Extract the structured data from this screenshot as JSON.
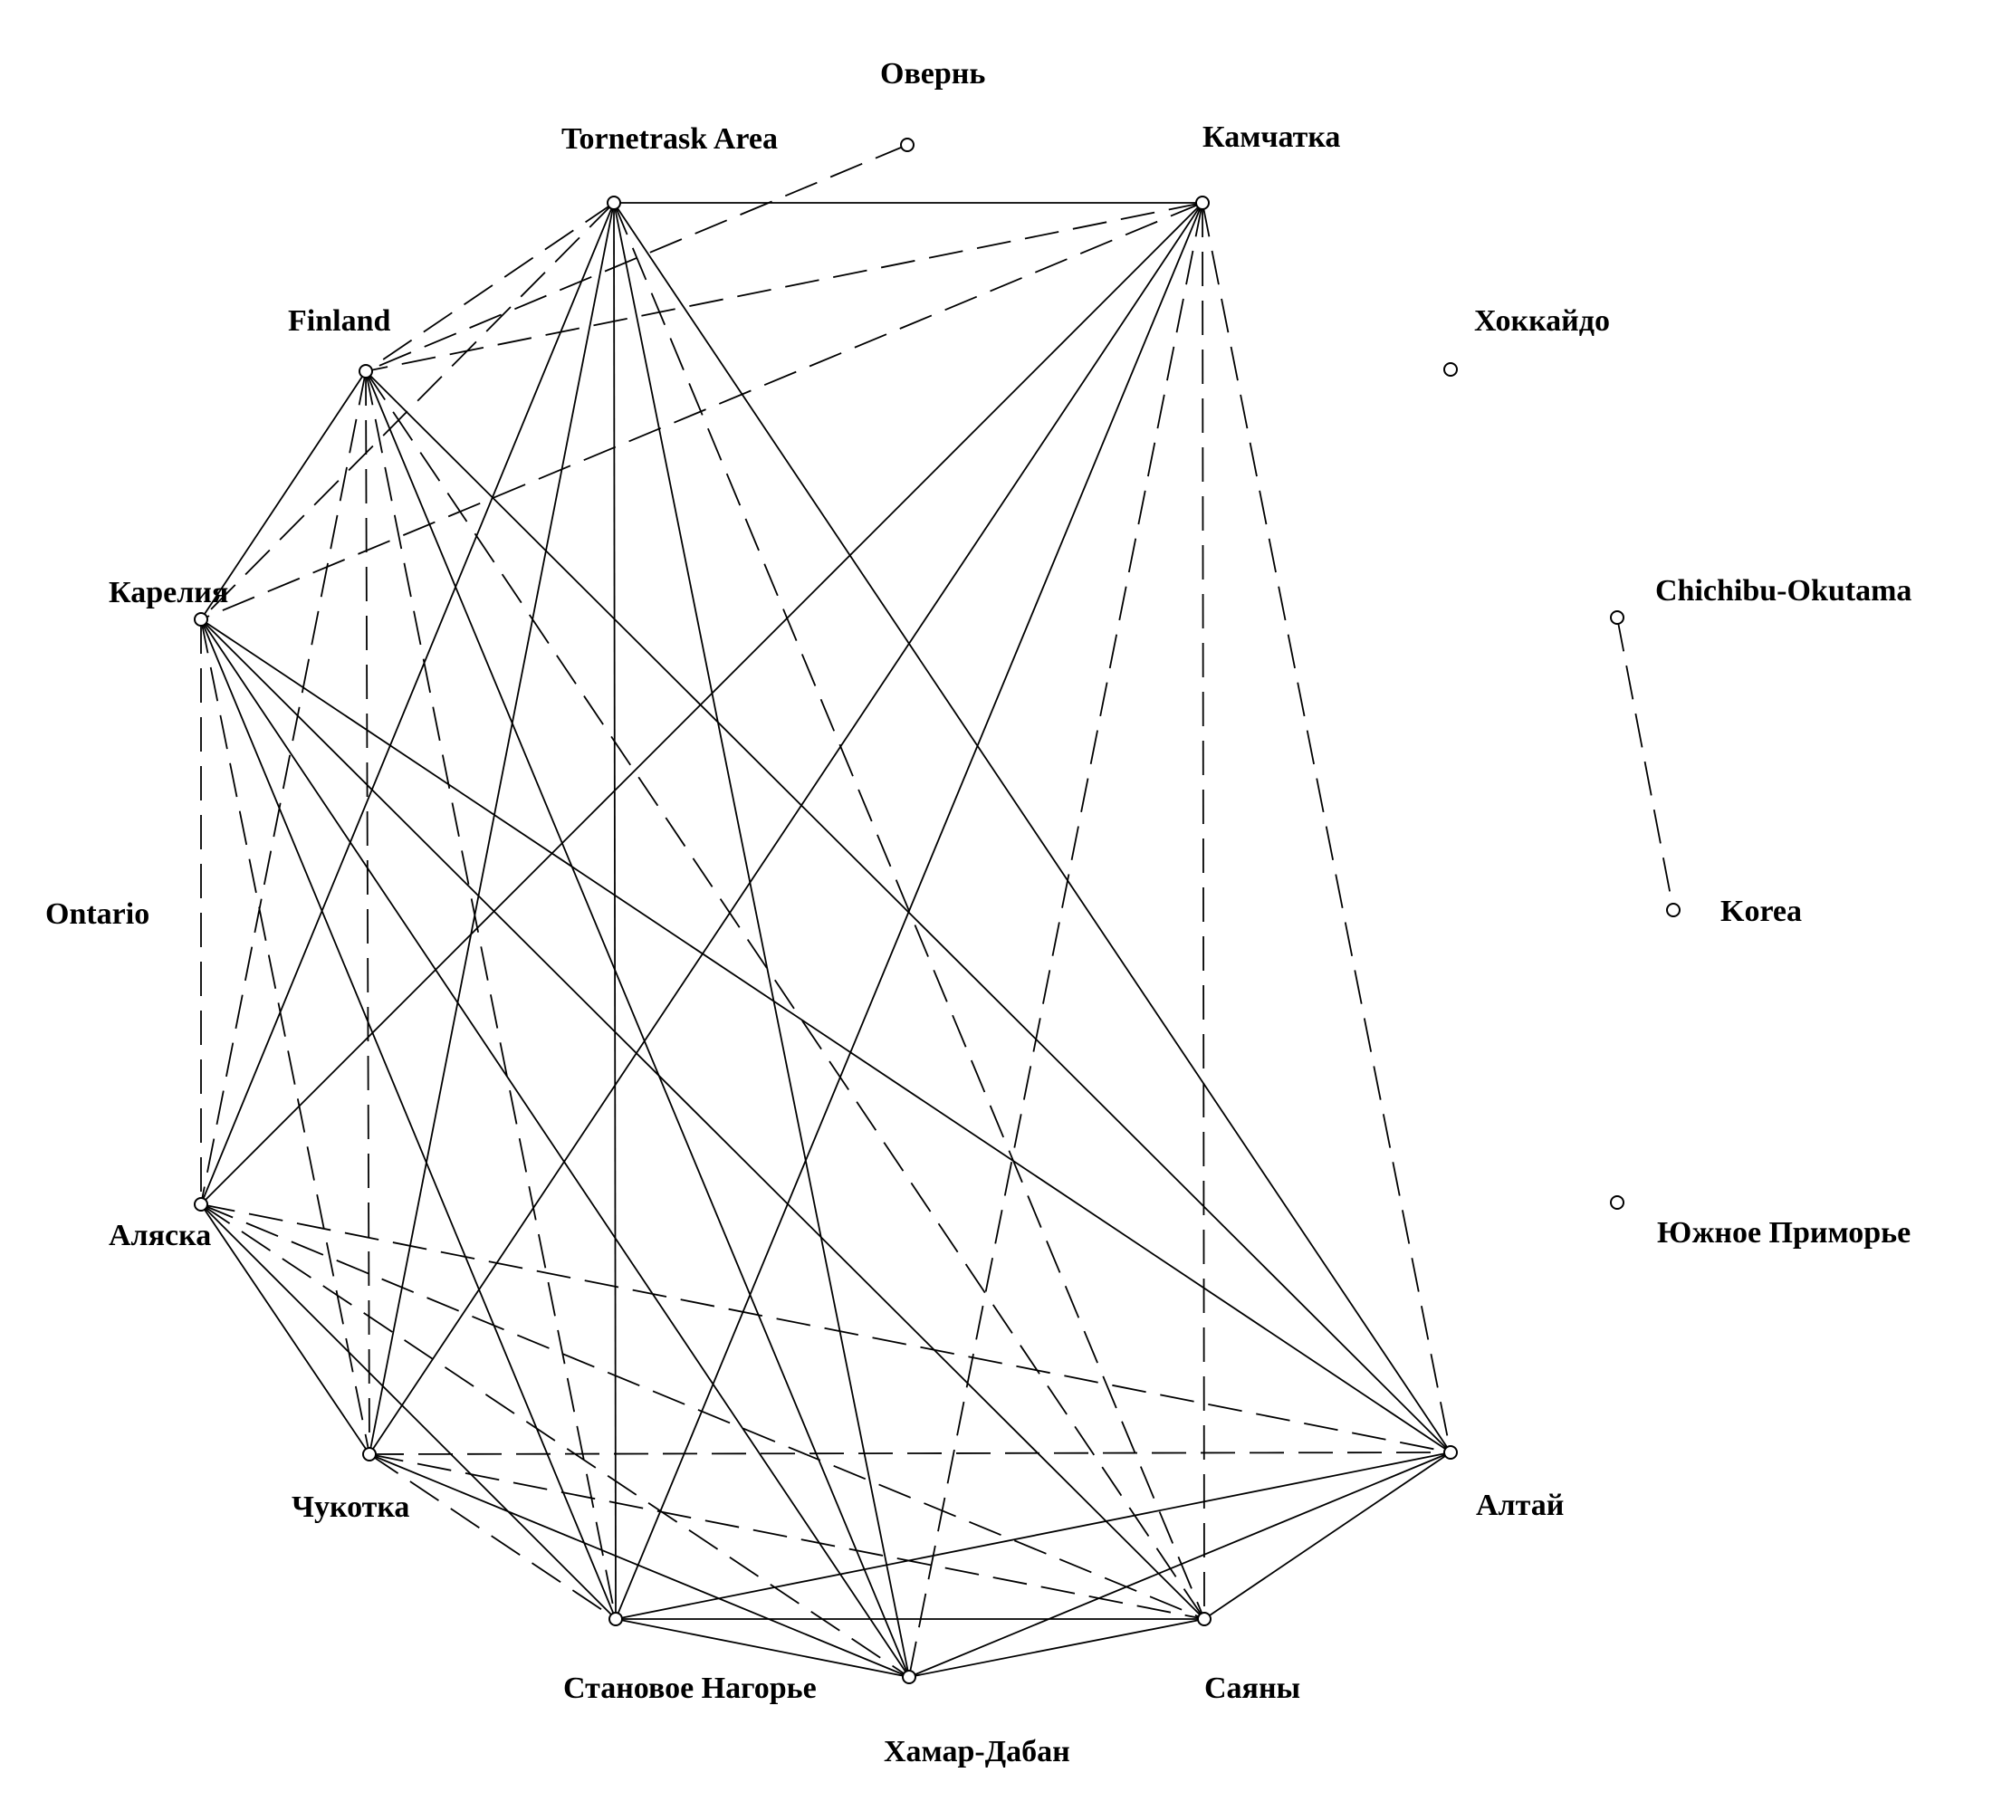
{
  "colors": {
    "background": "#ffffff",
    "ink": "#000000"
  },
  "nodes": [
    {
      "id": "overn",
      "label": "Овернь"
    },
    {
      "id": "tornetrask",
      "label": "Tornetrask Area"
    },
    {
      "id": "kamchatka",
      "label": "Камчатка"
    },
    {
      "id": "finland",
      "label": "Finland"
    },
    {
      "id": "hokkaido",
      "label": "Хоккайдо"
    },
    {
      "id": "karelia",
      "label": "Карелия"
    },
    {
      "id": "chichibu",
      "label": "Chichibu-Okutama"
    },
    {
      "id": "ontario",
      "label": "Ontario"
    },
    {
      "id": "korea",
      "label": "Korea"
    },
    {
      "id": "alaska",
      "label": "Аляска"
    },
    {
      "id": "primorye",
      "label": "Южное Приморье"
    },
    {
      "id": "chukotka",
      "label": "Чукотка"
    },
    {
      "id": "altai",
      "label": "Алтай"
    },
    {
      "id": "stanovoe",
      "label": "Становое Нагорье"
    },
    {
      "id": "sayany",
      "label": "Саяны"
    },
    {
      "id": "hamar",
      "label": "Хамар-Дабан"
    }
  ],
  "edges": [
    {
      "a": "tornetrask",
      "b": "kamchatka",
      "style": "solid"
    },
    {
      "a": "tornetrask",
      "b": "finland",
      "style": "dashed"
    },
    {
      "a": "tornetrask",
      "b": "karelia",
      "style": "dashed"
    },
    {
      "a": "tornetrask",
      "b": "alaska",
      "style": "solid"
    },
    {
      "a": "tornetrask",
      "b": "chukotka",
      "style": "solid"
    },
    {
      "a": "tornetrask",
      "b": "stanovoe",
      "style": "solid"
    },
    {
      "a": "tornetrask",
      "b": "hamar",
      "style": "solid"
    },
    {
      "a": "tornetrask",
      "b": "sayany",
      "style": "dashed"
    },
    {
      "a": "tornetrask",
      "b": "altai",
      "style": "solid"
    },
    {
      "a": "overn",
      "b": "finland",
      "style": "dashed"
    },
    {
      "a": "kamchatka",
      "b": "finland",
      "style": "dashed"
    },
    {
      "a": "kamchatka",
      "b": "karelia",
      "style": "dashed"
    },
    {
      "a": "kamchatka",
      "b": "alaska",
      "style": "solid"
    },
    {
      "a": "kamchatka",
      "b": "chukotka",
      "style": "solid"
    },
    {
      "a": "kamchatka",
      "b": "stanovoe",
      "style": "solid"
    },
    {
      "a": "kamchatka",
      "b": "hamar",
      "style": "dashed"
    },
    {
      "a": "kamchatka",
      "b": "sayany",
      "style": "dashed"
    },
    {
      "a": "kamchatka",
      "b": "altai",
      "style": "dashed"
    },
    {
      "a": "finland",
      "b": "karelia",
      "style": "solid"
    },
    {
      "a": "finland",
      "b": "alaska",
      "style": "dashed"
    },
    {
      "a": "finland",
      "b": "chukotka",
      "style": "dashed"
    },
    {
      "a": "finland",
      "b": "stanovoe",
      "style": "dashed"
    },
    {
      "a": "finland",
      "b": "hamar",
      "style": "solid"
    },
    {
      "a": "finland",
      "b": "sayany",
      "style": "dashed"
    },
    {
      "a": "finland",
      "b": "altai",
      "style": "solid"
    },
    {
      "a": "karelia",
      "b": "alaska",
      "style": "dashed"
    },
    {
      "a": "karelia",
      "b": "chukotka",
      "style": "dashed"
    },
    {
      "a": "karelia",
      "b": "stanovoe",
      "style": "solid"
    },
    {
      "a": "karelia",
      "b": "hamar",
      "style": "solid"
    },
    {
      "a": "karelia",
      "b": "sayany",
      "style": "solid"
    },
    {
      "a": "karelia",
      "b": "altai",
      "style": "solid"
    },
    {
      "a": "alaska",
      "b": "chukotka",
      "style": "solid"
    },
    {
      "a": "alaska",
      "b": "stanovoe",
      "style": "solid"
    },
    {
      "a": "alaska",
      "b": "hamar",
      "style": "dashed"
    },
    {
      "a": "alaska",
      "b": "sayany",
      "style": "dashed"
    },
    {
      "a": "alaska",
      "b": "altai",
      "style": "dashed"
    },
    {
      "a": "chukotka",
      "b": "stanovoe",
      "style": "dashed"
    },
    {
      "a": "chukotka",
      "b": "hamar",
      "style": "solid"
    },
    {
      "a": "chukotka",
      "b": "sayany",
      "style": "dashed"
    },
    {
      "a": "chukotka",
      "b": "altai",
      "style": "dashed"
    },
    {
      "a": "stanovoe",
      "b": "hamar",
      "style": "solid"
    },
    {
      "a": "stanovoe",
      "b": "sayany",
      "style": "solid"
    },
    {
      "a": "stanovoe",
      "b": "altai",
      "style": "solid"
    },
    {
      "a": "hamar",
      "b": "sayany",
      "style": "solid"
    },
    {
      "a": "hamar",
      "b": "altai",
      "style": "solid"
    },
    {
      "a": "sayany",
      "b": "altai",
      "style": "solid"
    },
    {
      "a": "chichibu",
      "b": "korea",
      "style": "dashed"
    }
  ]
}
